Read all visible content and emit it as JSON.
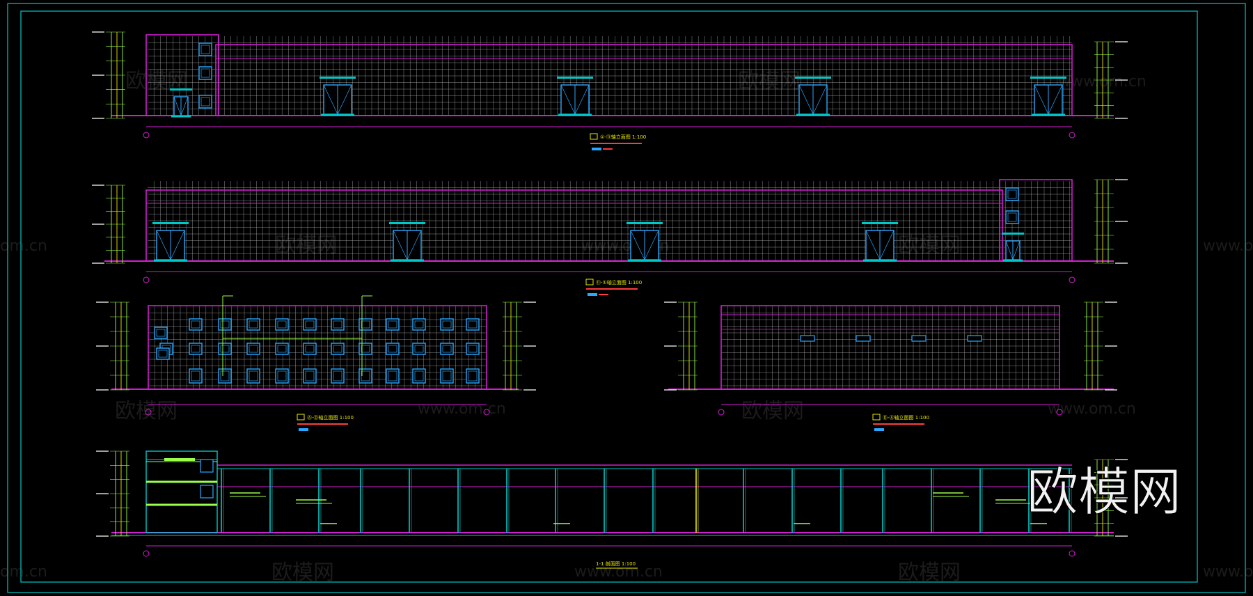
{
  "colors": {
    "background": "#000000",
    "frame": "#00c8c8",
    "wall_outline": "#d21ed2",
    "grid": "#b8b8b8",
    "window": "#2aa8ff",
    "dimension": "#9aff4a",
    "yellow": "#e8e800",
    "title_text": "#e8e800",
    "note_text": "#ff3c3c",
    "white": "#ffffff"
  },
  "watermarks": {
    "brand": "欧模网",
    "url": "www.om.cn",
    "url_left": "om.cn"
  },
  "logo": {
    "text": "欧模网"
  },
  "views": {
    "v1_title": "①-⑪轴立面图 1:100",
    "v2_title": "⑪-①轴立面图 1:100",
    "v3_title": "Ⓐ-Ⓓ轴立面图 1:100",
    "v4_title": "Ⓓ-Ⓐ轴立面图 1:100",
    "v5_title": "1-1 剖面图 1:100"
  },
  "axes": {
    "start": "1",
    "end": "11",
    "a": "A",
    "d": "D"
  }
}
